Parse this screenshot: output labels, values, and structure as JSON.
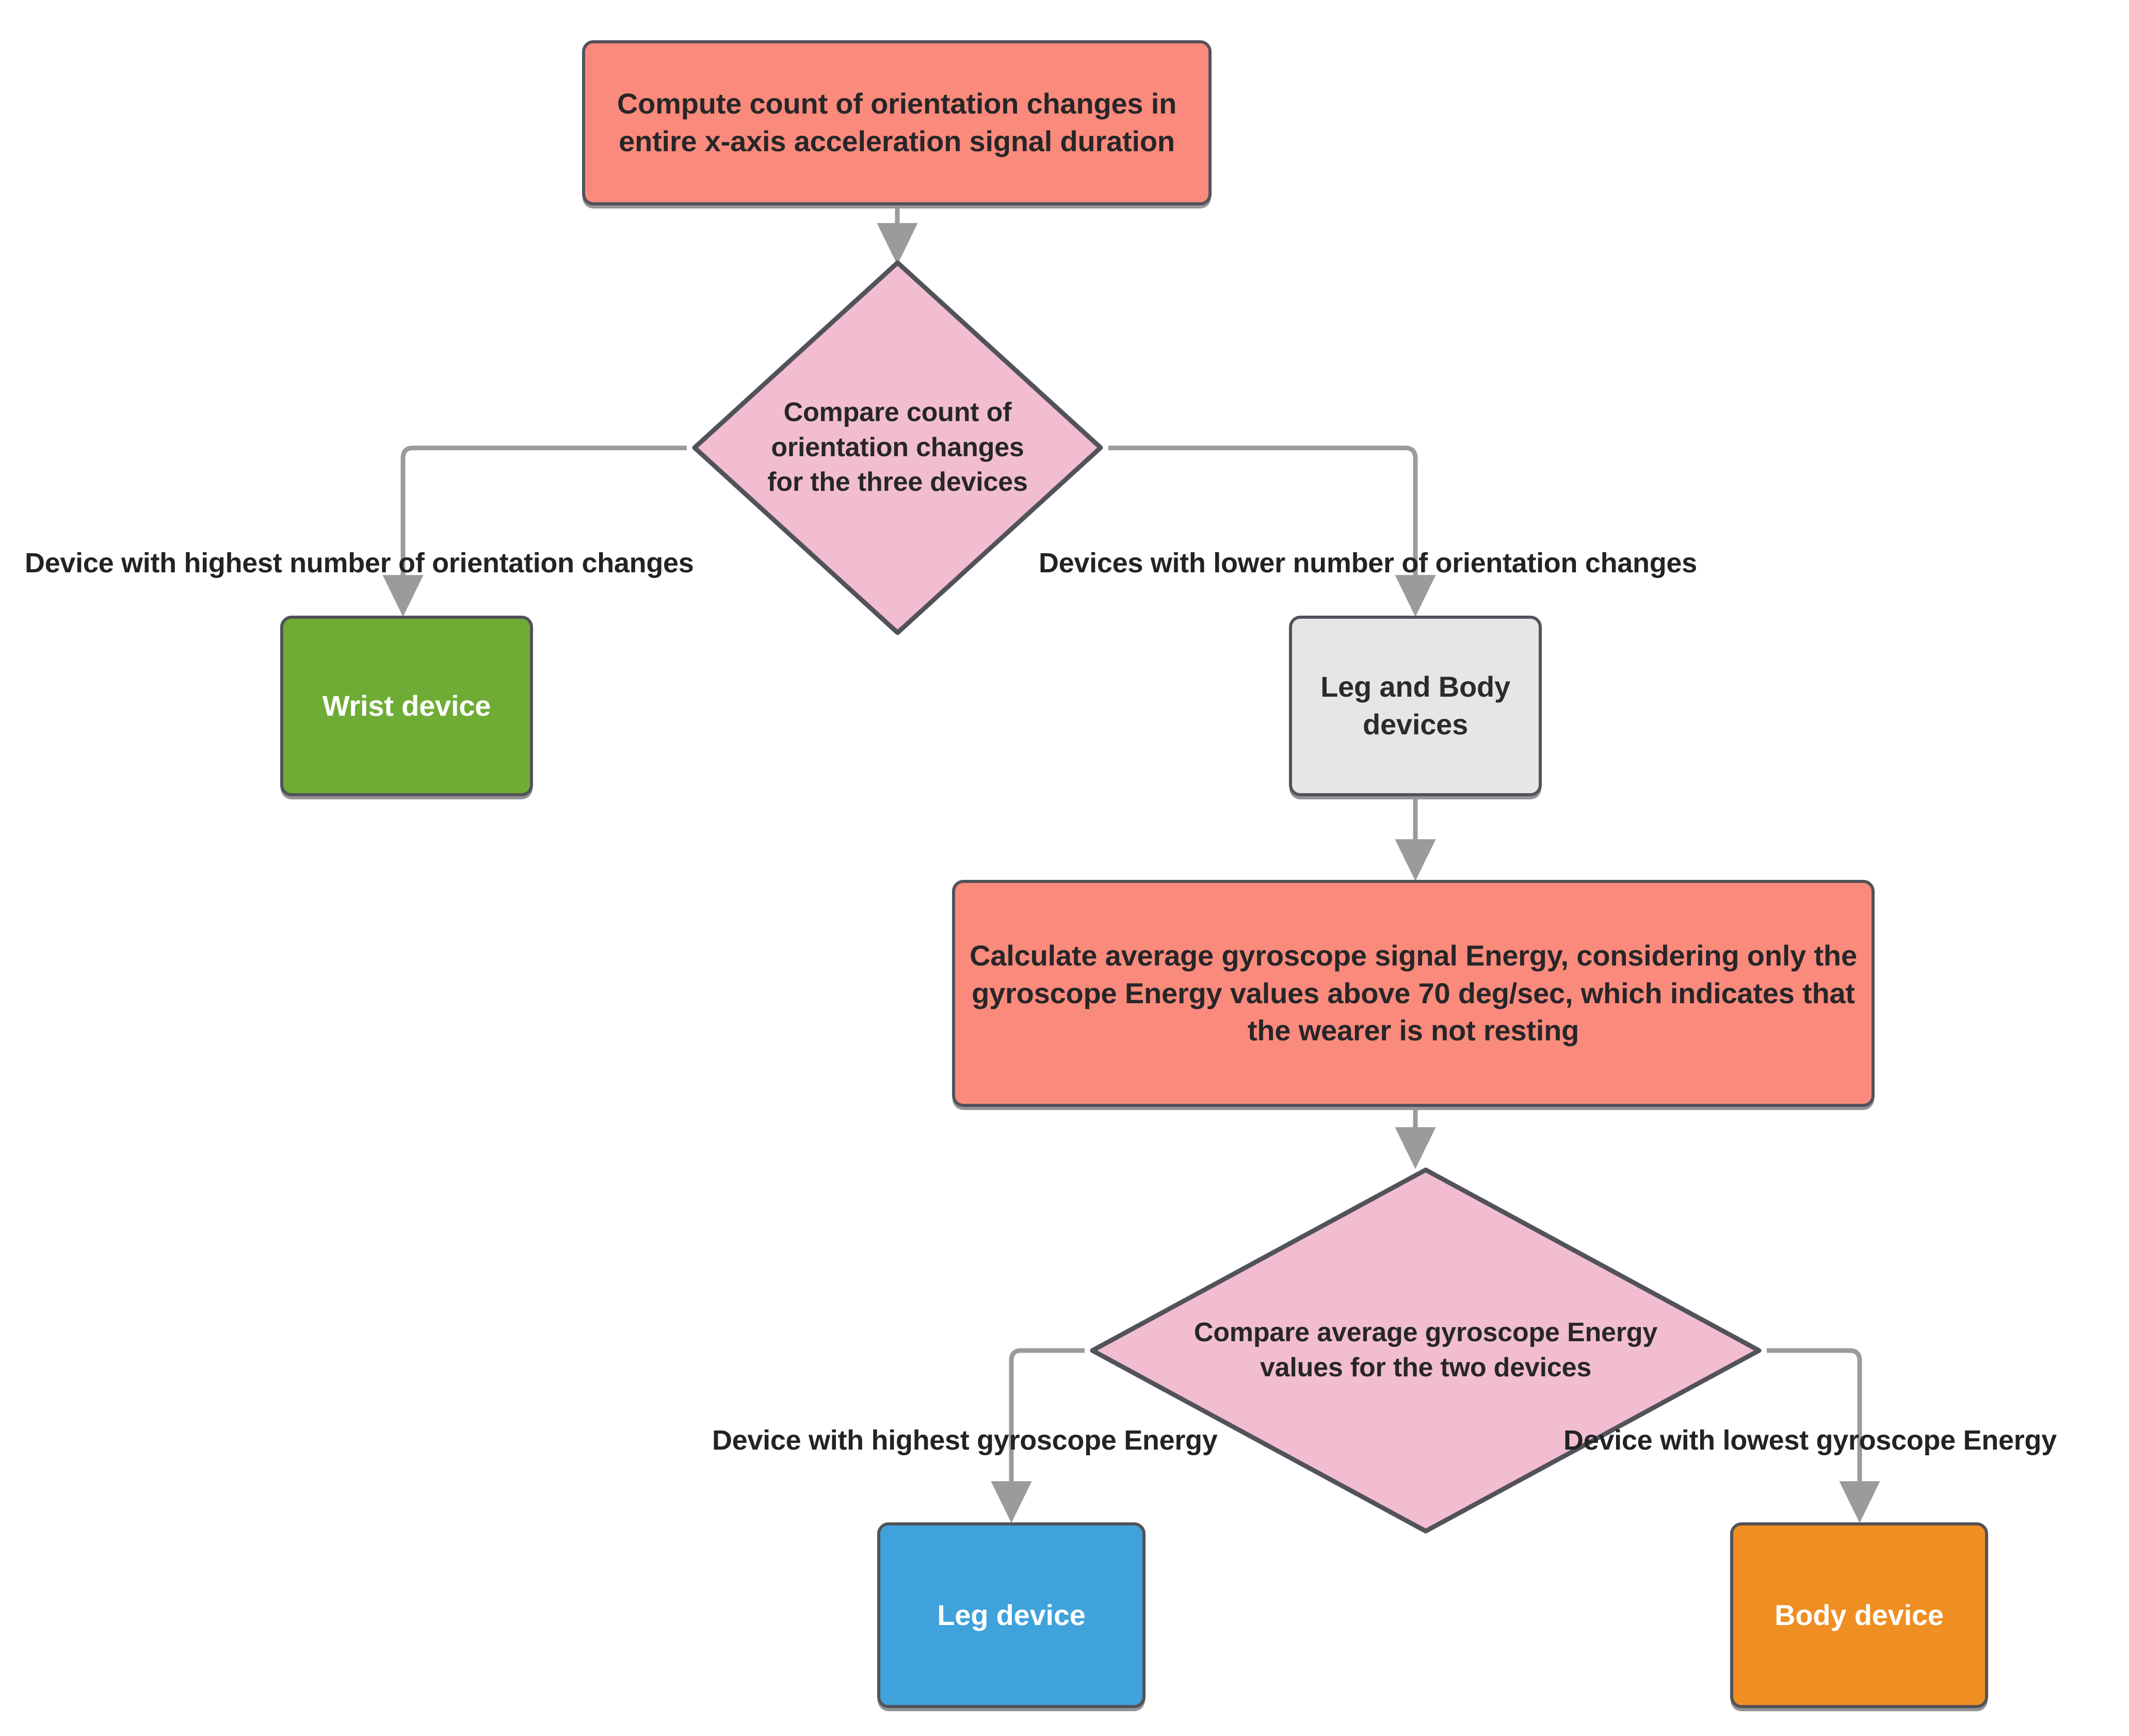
{
  "diagram": {
    "type": "flowchart",
    "title": "Device identification flowchart",
    "background": "#ffffff",
    "palette": {
      "process": "#FA8A7C",
      "decision": "#F2BDD0",
      "wrist": "#6FAC35",
      "leg_body": "#E6E6E6",
      "leg": "#3FA2DB",
      "body": "#EF8E22",
      "stroke": "#52525a",
      "edge": "#9b9b9b",
      "text_dark": "#262628",
      "text_light": "#ffffff"
    }
  },
  "nodes": {
    "compute_orientation": {
      "label": "Compute count of orientation changes in entire x-axis acceleration signal duration",
      "shape": "process"
    },
    "compare_count": {
      "label": "Compare count of orientation changes for the three devices",
      "shape": "decision"
    },
    "wrist_device": {
      "label": "Wrist device",
      "shape": "terminal"
    },
    "leg_body_devices": {
      "label": "Leg and Body devices",
      "shape": "terminal"
    },
    "calculate_energy": {
      "label": "Calculate average gyroscope signal Energy, considering only the gyroscope Energy values above 70 deg/sec, which indicates that the wearer is not resting",
      "shape": "process"
    },
    "compare_energy": {
      "label": "Compare average gyroscope Energy values for the two devices",
      "shape": "decision"
    },
    "leg_device": {
      "label": "Leg device",
      "shape": "terminal"
    },
    "body_device": {
      "label": "Body device",
      "shape": "terminal"
    }
  },
  "edge_labels": {
    "highest_orientation": "Device with highest number of orientation changes",
    "lower_orientation": "Devices with lower number of orientation changes",
    "highest_energy": "Device with highest gyroscope Energy",
    "lowest_energy": "Device with lowest gyroscope Energy"
  },
  "edges": [
    {
      "from": "compute_orientation",
      "to": "compare_count",
      "label": ""
    },
    {
      "from": "compare_count",
      "to": "wrist_device",
      "label": "Device with highest number of orientation changes"
    },
    {
      "from": "compare_count",
      "to": "leg_body_devices",
      "label": "Devices with lower number of orientation changes"
    },
    {
      "from": "leg_body_devices",
      "to": "calculate_energy",
      "label": ""
    },
    {
      "from": "calculate_energy",
      "to": "compare_energy",
      "label": ""
    },
    {
      "from": "compare_energy",
      "to": "leg_device",
      "label": "Device with highest gyroscope Energy"
    },
    {
      "from": "compare_energy",
      "to": "body_device",
      "label": "Device with lowest gyroscope Energy"
    }
  ]
}
